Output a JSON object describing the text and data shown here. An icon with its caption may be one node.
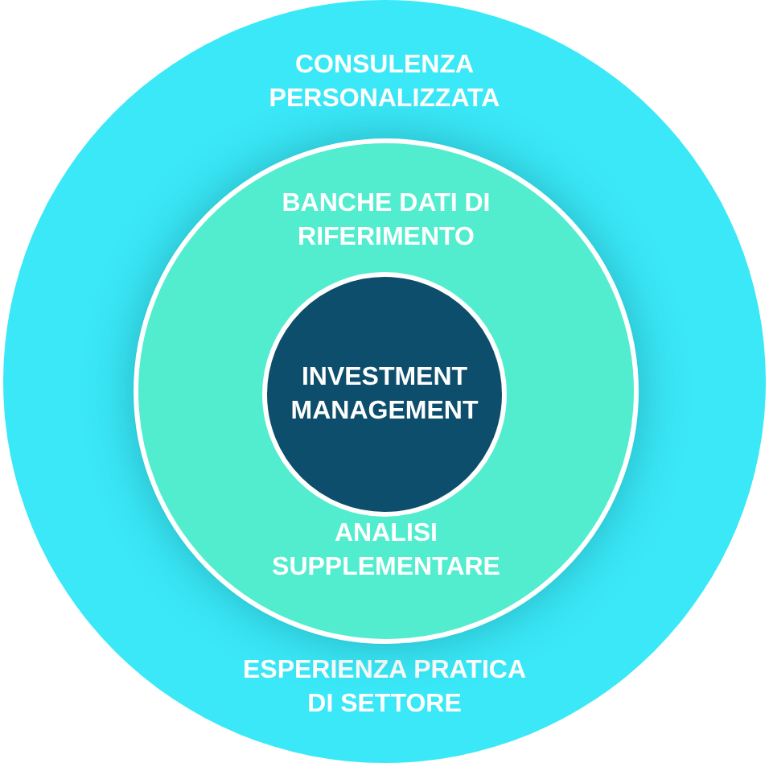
{
  "diagram": {
    "nodes": [
      {
        "text": [
          "CONSULENZA PERSONALIZZATA",
          "ESPERIENZA PRATICA DI SETTORE"
        ]
      },
      {
        "text": [
          "BANCHE DATI DI RIFERIMENTO",
          "ANALISI SUPPLEMENTARE"
        ],
        "in": 0
      },
      {
        "text": [
          "INVESTMENT MANAGEMENT"
        ],
        "in": 1
      }
    ]
  }
}
